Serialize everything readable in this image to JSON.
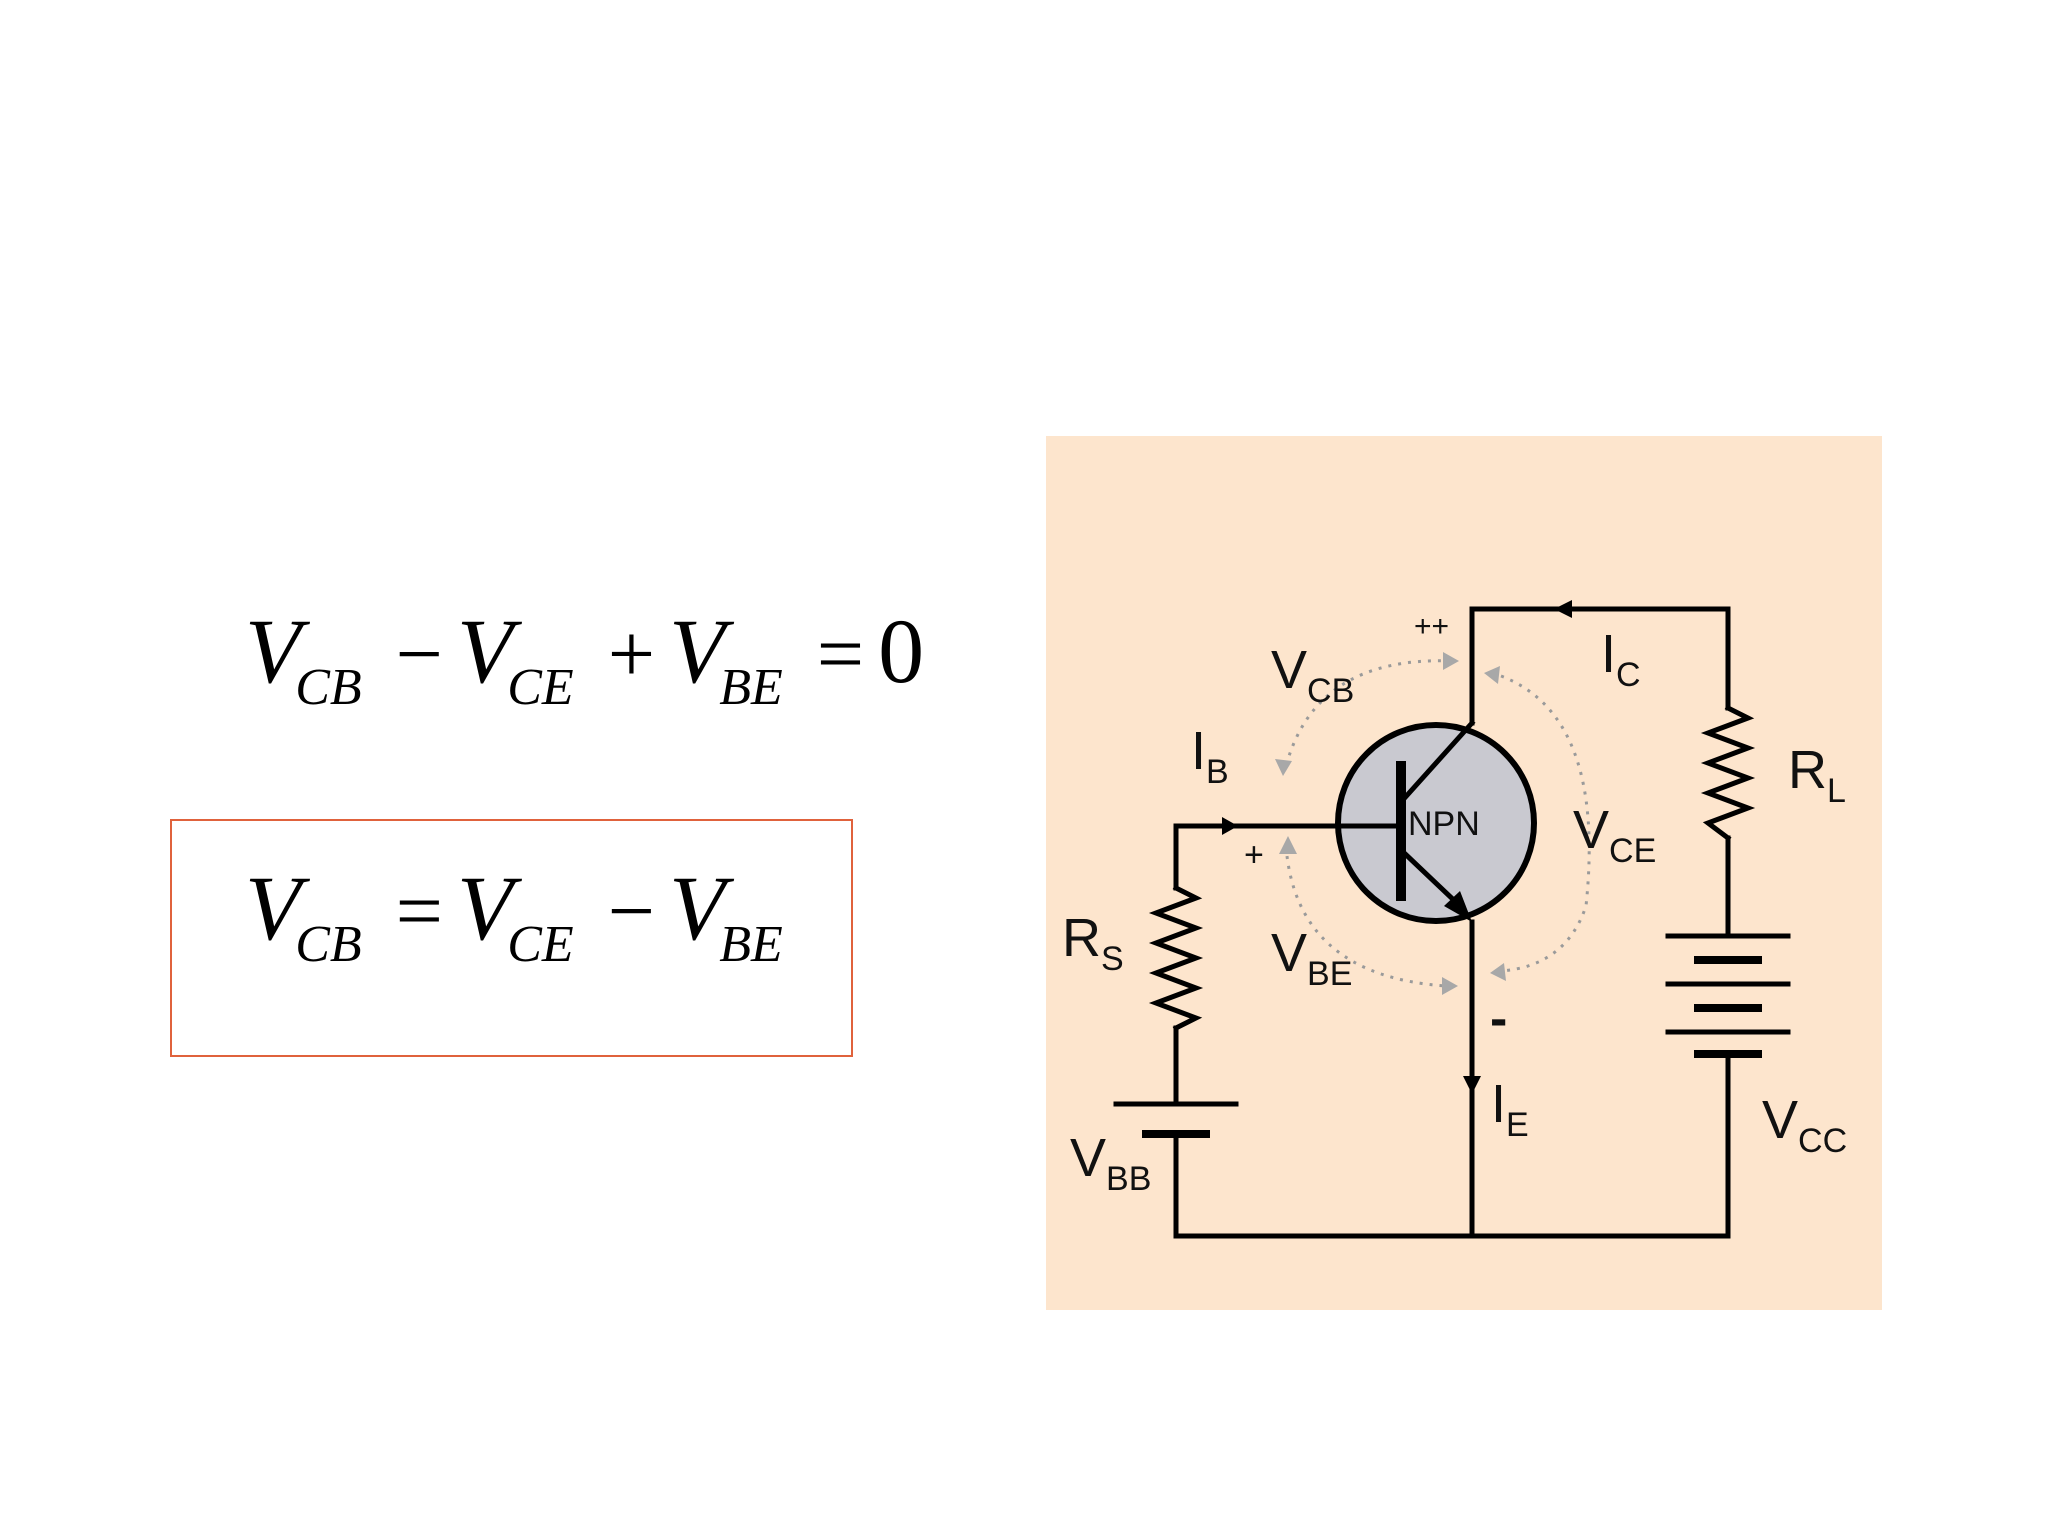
{
  "equations": {
    "kvl": {
      "t1": "V",
      "t1_sub": "CB",
      "op1": "−",
      "t2": "V",
      "t2_sub": "CE",
      "op2": "+",
      "t3": "V",
      "t3_sub": "BE",
      "op3": "=",
      "rhs": "0"
    },
    "result": {
      "lhs": "V",
      "lhs_sub": "CB",
      "op1": "=",
      "t1": "V",
      "t1_sub": "CE",
      "op2": "−",
      "t2": "V",
      "t2_sub": "BE"
    }
  },
  "circuit": {
    "transistor_label": "NPN",
    "labels": {
      "vcb": "V",
      "vcb_sub": "CB",
      "vce": "V",
      "vce_sub": "CE",
      "vbe": "V",
      "vbe_sub": "BE",
      "ib": "I",
      "ib_sub": "B",
      "ic": "I",
      "ic_sub": "C",
      "ie": "I",
      "ie_sub": "E",
      "rs": "R",
      "rs_sub": "S",
      "rl": "R",
      "rl_sub": "L",
      "vbb": "V",
      "vbb_sub": "BB",
      "vcc": "V",
      "vcc_sub": "CC"
    },
    "polarity": {
      "collector": "++",
      "base": "+",
      "emitter": "-"
    }
  },
  "colors": {
    "panel_background": "#fde5cd",
    "result_box_border": "#e0623c",
    "transistor_fill": "#c9c9d0",
    "voltage_loop": "#9a9a9a"
  }
}
